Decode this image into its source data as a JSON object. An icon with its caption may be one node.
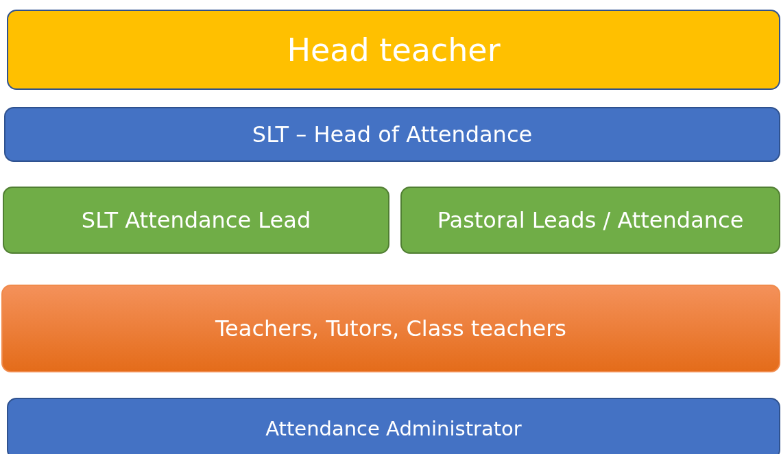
{
  "diagram": {
    "nodes": [
      {
        "text": [
          "Head teacher"
        ]
      },
      {
        "text": [
          "SLT – Head of Attendance"
        ]
      },
      {
        "text": [
          "SLT Attendance Lead"
        ]
      },
      {
        "text": [
          "Pastoral Leads / Attendance"
        ]
      },
      {
        "text": [
          "Teachers, Tutors, Class teachers"
        ]
      },
      {
        "text": [
          "Attendance Administrator"
        ]
      }
    ]
  }
}
